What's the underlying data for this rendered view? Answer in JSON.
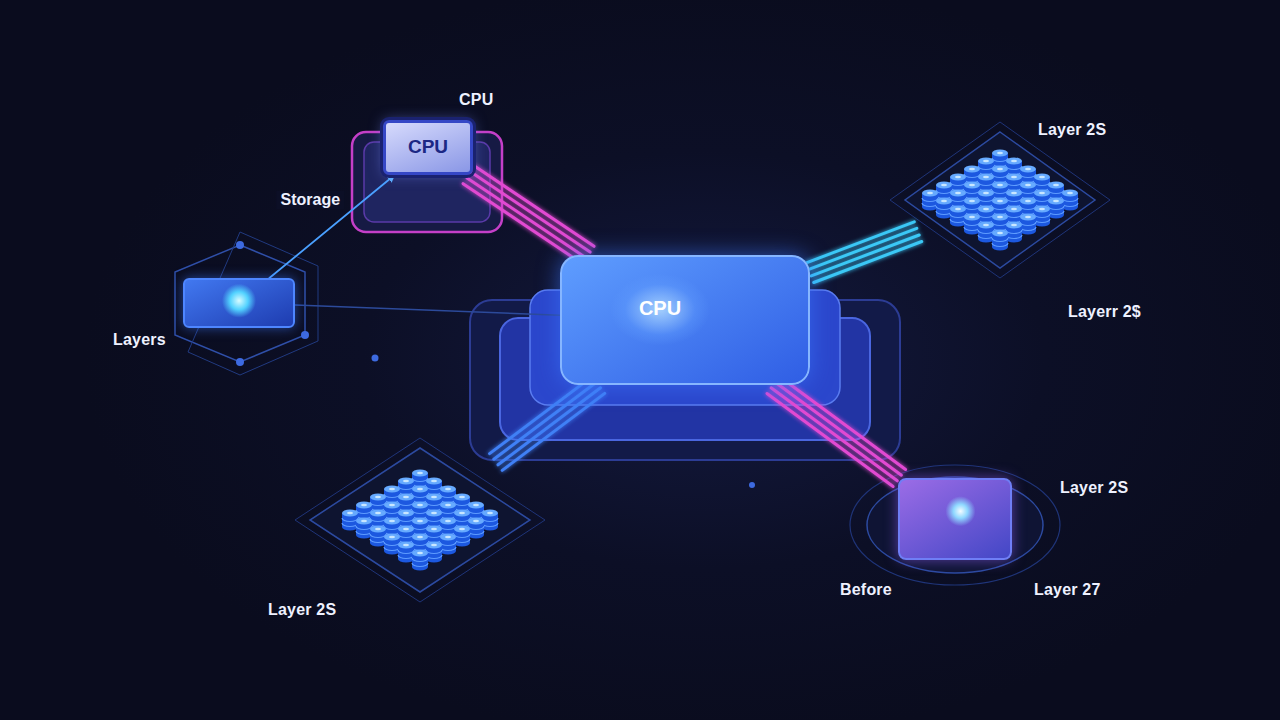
{
  "diagram": {
    "nodes": [
      {
        "text": [
          "CPU",
          "CPU"
        ]
      },
      {
        "text": [
          "Layers"
        ]
      },
      {
        "text": [
          "Layer 2S",
          "Layerr 2$"
        ]
      },
      {
        "text": [
          "CPU"
        ]
      },
      {
        "text": [
          "Layer 2S"
        ]
      },
      {
        "text": [
          "Layer 2S",
          "Before",
          "Layer 27"
        ]
      }
    ],
    "edges": [
      {
        "from": 0,
        "to": 3,
        "arrow": "none"
      },
      {
        "from": 3,
        "to": 2,
        "arrow": "none"
      },
      {
        "from": 3,
        "to": 4,
        "arrow": "none"
      },
      {
        "from": 3,
        "to": 5,
        "arrow": "none"
      },
      {
        "from": 1,
        "to": 0,
        "label": "Storage",
        "arrow": "to"
      },
      {
        "from": 1,
        "to": 3,
        "arrow": "none"
      }
    ]
  }
}
